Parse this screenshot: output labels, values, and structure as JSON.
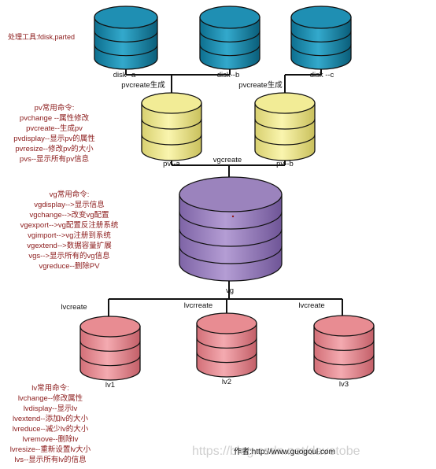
{
  "tools_text": "处理工具:fdisk,parted",
  "disks": [
    "disk--a",
    "disk--b",
    "disk --c"
  ],
  "pvcreate_labels": [
    "pvcreate生成",
    "pvcreate生成"
  ],
  "pv_commands": {
    "title": "pv常用命令:",
    "items": [
      "pvchange --属性修改",
      "pvcreate--生成pv",
      "pvdisplay--显示pv的属性",
      "pvresize--修改pv的大小",
      "pvs--显示所有pv信息"
    ]
  },
  "pvs": [
    "pv--a",
    "pv--b"
  ],
  "vgcreate_label": "vgcreate",
  "vg_commands": {
    "title": "vg常用命令:",
    "items": [
      "vgdisplay-->显示信息",
      "vgchange-->改变vg配置",
      "vgexport-->vg配置反注册系统",
      "vgimport-->vg注册到系统",
      "vgextend-->数据容量扩展",
      "vgs-->显示所有的vg信息",
      "vgreduce--删除PV"
    ]
  },
  "vg_label": "vg",
  "lvcreate_labels": [
    "lvcreate",
    "lvcrreate",
    "lvcreate"
  ],
  "lvs": [
    "lv1",
    "lv2",
    "lv3"
  ],
  "lv_commands": {
    "title": "lv常用命令:",
    "items": [
      "lvchange--修改属性",
      "lvdisplay--显示lv",
      "lvextend--添加lv的大小",
      "lvreduce--减少lv的大小",
      "lvremove--删除lv",
      "lvresize--重新设置lv大小",
      "lvs--显示所有lv的信息"
    ]
  },
  "author": "作者:http://www.guogoul.com",
  "watermark": "https://blog.csdn.net/davetobe",
  "colors": {
    "disk": "#1f8fb3",
    "pv": "#f2ec96",
    "vg": "#9b83bd",
    "lv": "#e88c92",
    "command_text": "#8b1a1a"
  }
}
